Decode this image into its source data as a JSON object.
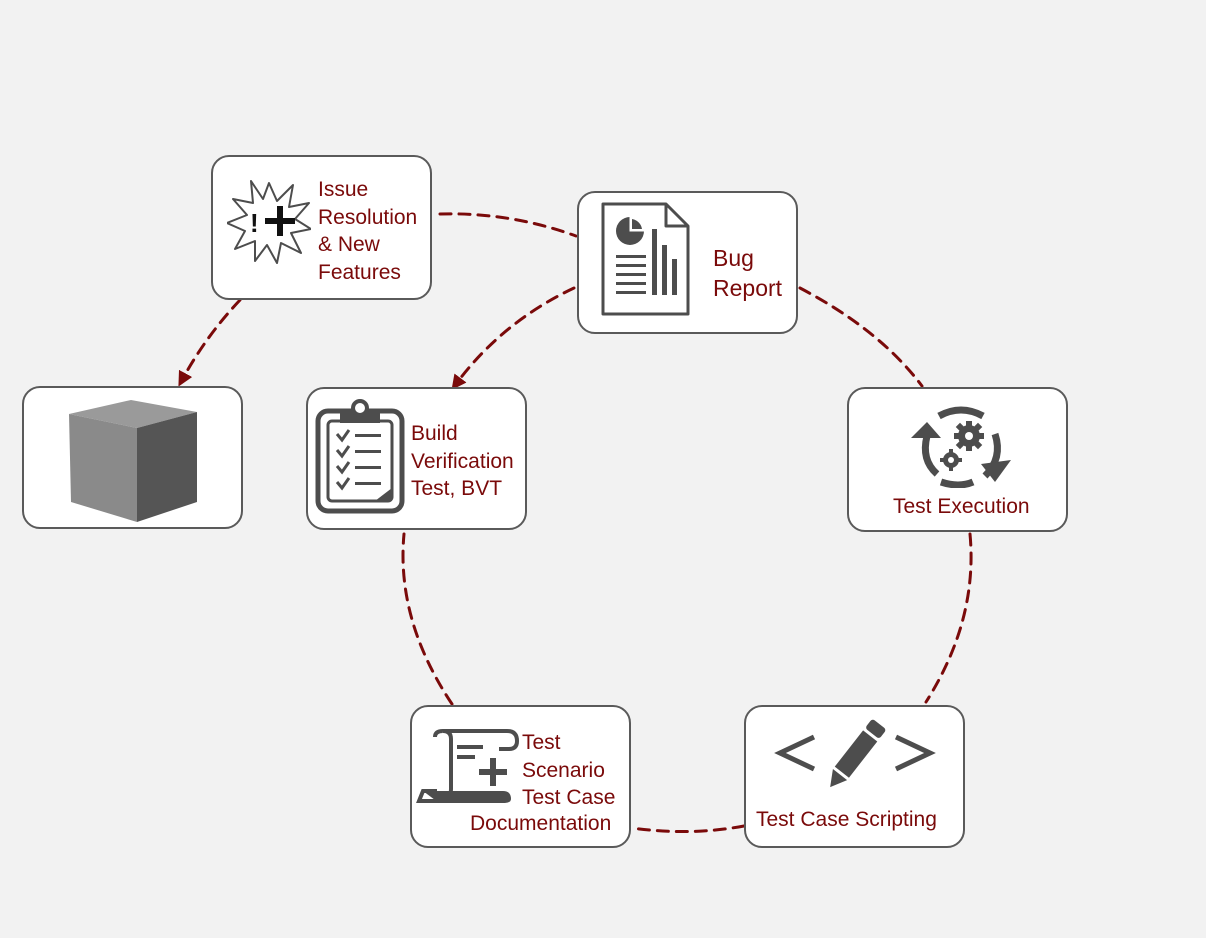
{
  "nodes": {
    "issue": {
      "lines": [
        "Issue",
        "Resolution",
        "& New",
        "Features"
      ],
      "icon": "issue-burst-icon"
    },
    "bug": {
      "lines": [
        "Bug",
        "Report"
      ],
      "icon": "report-document-icon"
    },
    "build": {
      "lines": [
        "Build",
        "Verification",
        "Test, BVT"
      ],
      "icon": "clipboard-checklist-icon"
    },
    "execution": {
      "lines": [
        "Test Execution"
      ],
      "icon": "gears-cycle-icon"
    },
    "scripting": {
      "lines": [
        "Test Case Scripting"
      ],
      "icon": "code-pencil-icon"
    },
    "documentation": {
      "lines": [
        "Test",
        "Scenario",
        "Test Case",
        "Documentation"
      ],
      "icon": "scroll-add-icon"
    },
    "release": {
      "lines": [],
      "icon": "cube-icon"
    }
  },
  "colors": {
    "accent": "#7a0a0a",
    "border": "#5a5a5a",
    "icon": "#4d4d4d",
    "background": "#f2f2f2",
    "node_fill": "#ffffff"
  }
}
